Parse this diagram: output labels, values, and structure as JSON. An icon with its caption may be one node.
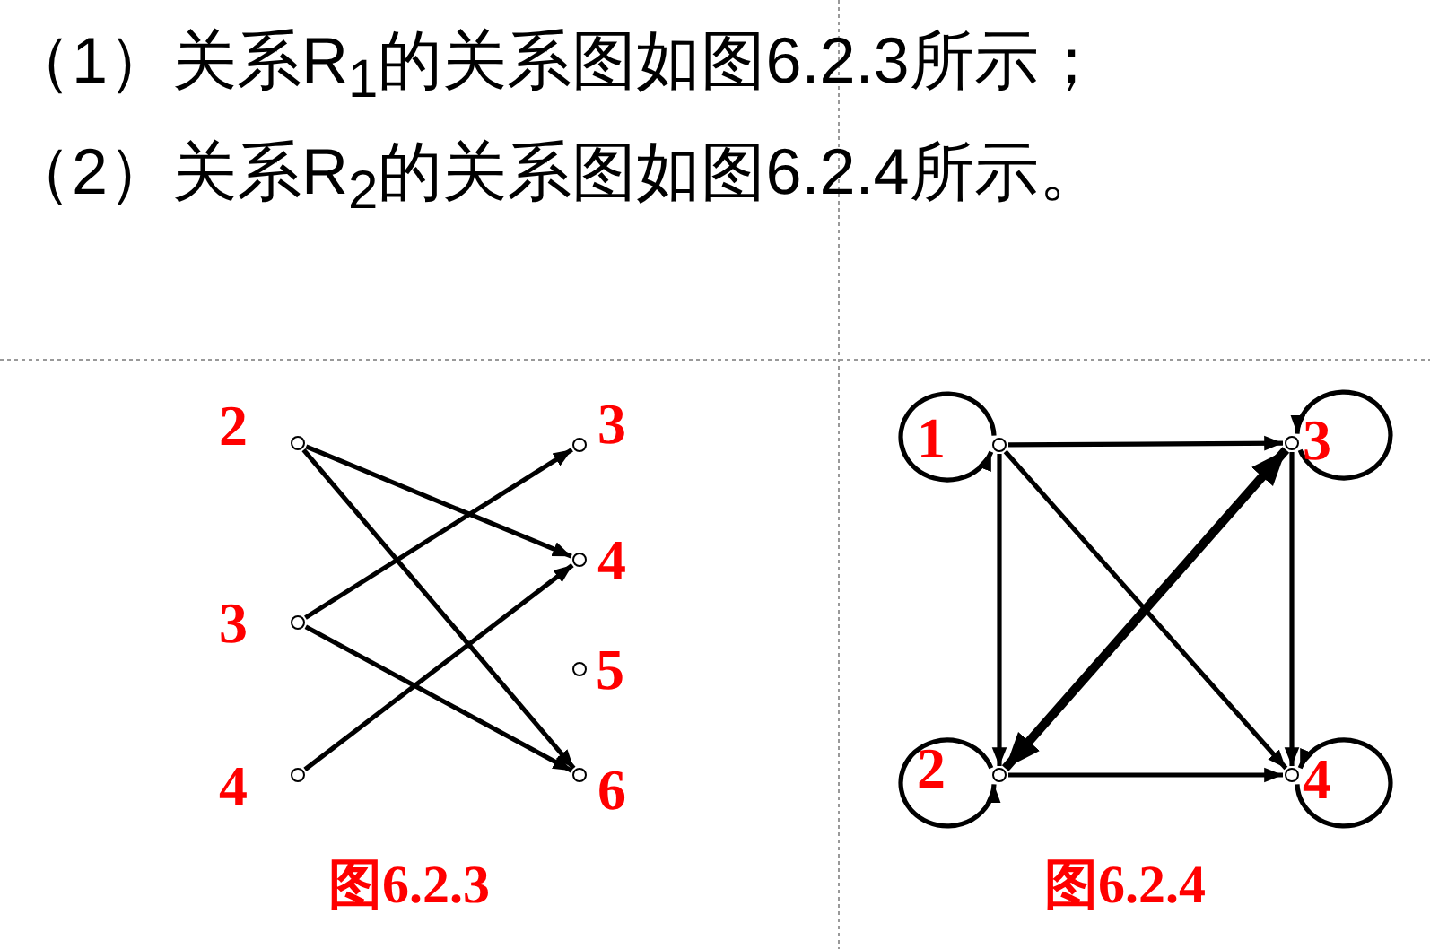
{
  "diagram": {
    "nodes": [
      {
        "text": [],
        "shape": "circle",
        "beside": [
          "2"
        ]
      },
      {
        "text": [],
        "shape": "circle",
        "beside": [
          "3"
        ]
      },
      {
        "text": [],
        "shape": "circle",
        "beside": [
          "4"
        ]
      },
      {
        "text": [],
        "shape": "circle",
        "beside": [
          "3"
        ]
      },
      {
        "text": [],
        "shape": "circle",
        "beside": [
          "4"
        ]
      },
      {
        "text": [],
        "shape": "circle",
        "beside": [
          "5"
        ]
      },
      {
        "text": [],
        "shape": "circle",
        "beside": [
          "6"
        ]
      },
      {
        "text": [],
        "shape": "circle",
        "beside": [
          "1"
        ]
      },
      {
        "text": [],
        "shape": "circle",
        "beside": [
          "3"
        ]
      },
      {
        "text": [],
        "shape": "circle",
        "beside": [
          "2"
        ]
      },
      {
        "text": [],
        "shape": "circle",
        "beside": [
          "4"
        ]
      }
    ],
    "edges": [
      {
        "from": 0,
        "to": 4,
        "arrow": "to"
      },
      {
        "from": 0,
        "to": 6,
        "arrow": "to"
      },
      {
        "from": 1,
        "to": 3,
        "arrow": "to"
      },
      {
        "from": 1,
        "to": 6,
        "arrow": "to"
      },
      {
        "from": 2,
        "to": 4,
        "arrow": "to"
      },
      {
        "from": 7,
        "to": 7,
        "arrow": "to"
      },
      {
        "from": 7,
        "to": 9,
        "arrow": "to"
      },
      {
        "from": 7,
        "to": 8,
        "arrow": "to"
      },
      {
        "from": 7,
        "to": 10,
        "arrow": "to"
      },
      {
        "from": 9,
        "to": 9,
        "arrow": "to"
      },
      {
        "from": 8,
        "to": 9,
        "arrow": "both",
        "style": "thick"
      },
      {
        "from": 9,
        "to": 10,
        "arrow": "to"
      },
      {
        "from": 8,
        "to": 10,
        "arrow": "to"
      },
      {
        "from": 8,
        "to": 8,
        "arrow": "to"
      },
      {
        "from": 10,
        "to": 10,
        "arrow": "to"
      }
    ],
    "labels": [
      "（1）关系R$_{1}$的关系图如图6.2.3所示；",
      "（2）关系R$_{2}$的关系图如图6.2.4所示。",
      "图6.2.3",
      "图6.2.4"
    ]
  }
}
